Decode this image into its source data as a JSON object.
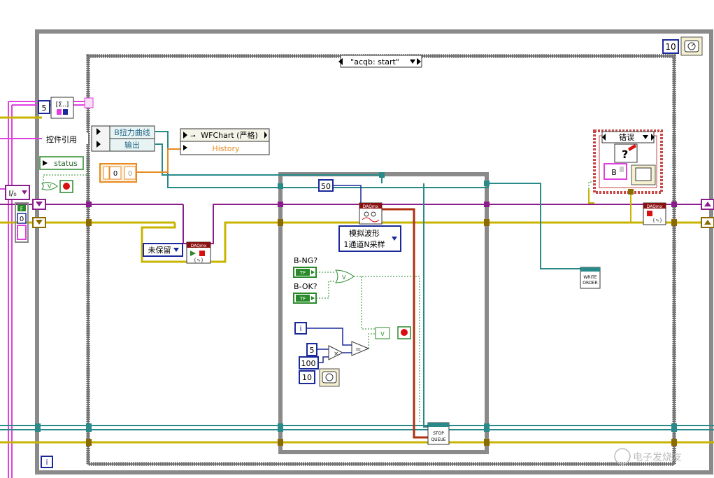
{
  "while_loop": {
    "wait_constant": "10",
    "iteration_label": "i"
  },
  "case_structure": {
    "selector": "\"acqb: start\""
  },
  "inner_loop": {
    "samples_constant": "50",
    "multiply_constant": "5",
    "divisor_constant": "100",
    "wait_constant": "10",
    "iteration_label": "i"
  },
  "left_terminals": {
    "count_constant": "5",
    "ref_label": "控件引用",
    "status_label": "status",
    "false_label": "F",
    "index_constant": "0",
    "format_label": "I/₀"
  },
  "property_node": {
    "item1": "B扭力曲线",
    "item2": "输出"
  },
  "invoke_node": {
    "title": "WFChart (严格)",
    "method": "History"
  },
  "array_constant": {
    "value1": "0",
    "value2": "0"
  },
  "daqmx": {
    "badge": "DAQmx",
    "read_mode": "模拟波形",
    "read_mode2": "1通道N采样",
    "retain_mode": "未保留"
  },
  "booleans": {
    "b_ng": "B-NG?",
    "b_ok": "B-OK?",
    "tf_label": "TF"
  },
  "queue": {
    "stop": "STOP",
    "stop2": "QUEUE",
    "write": "WRITE",
    "write2": "ORDER"
  },
  "error_case": {
    "selector": "错误",
    "b_label": "B"
  },
  "watermark": "电子发烧友"
}
